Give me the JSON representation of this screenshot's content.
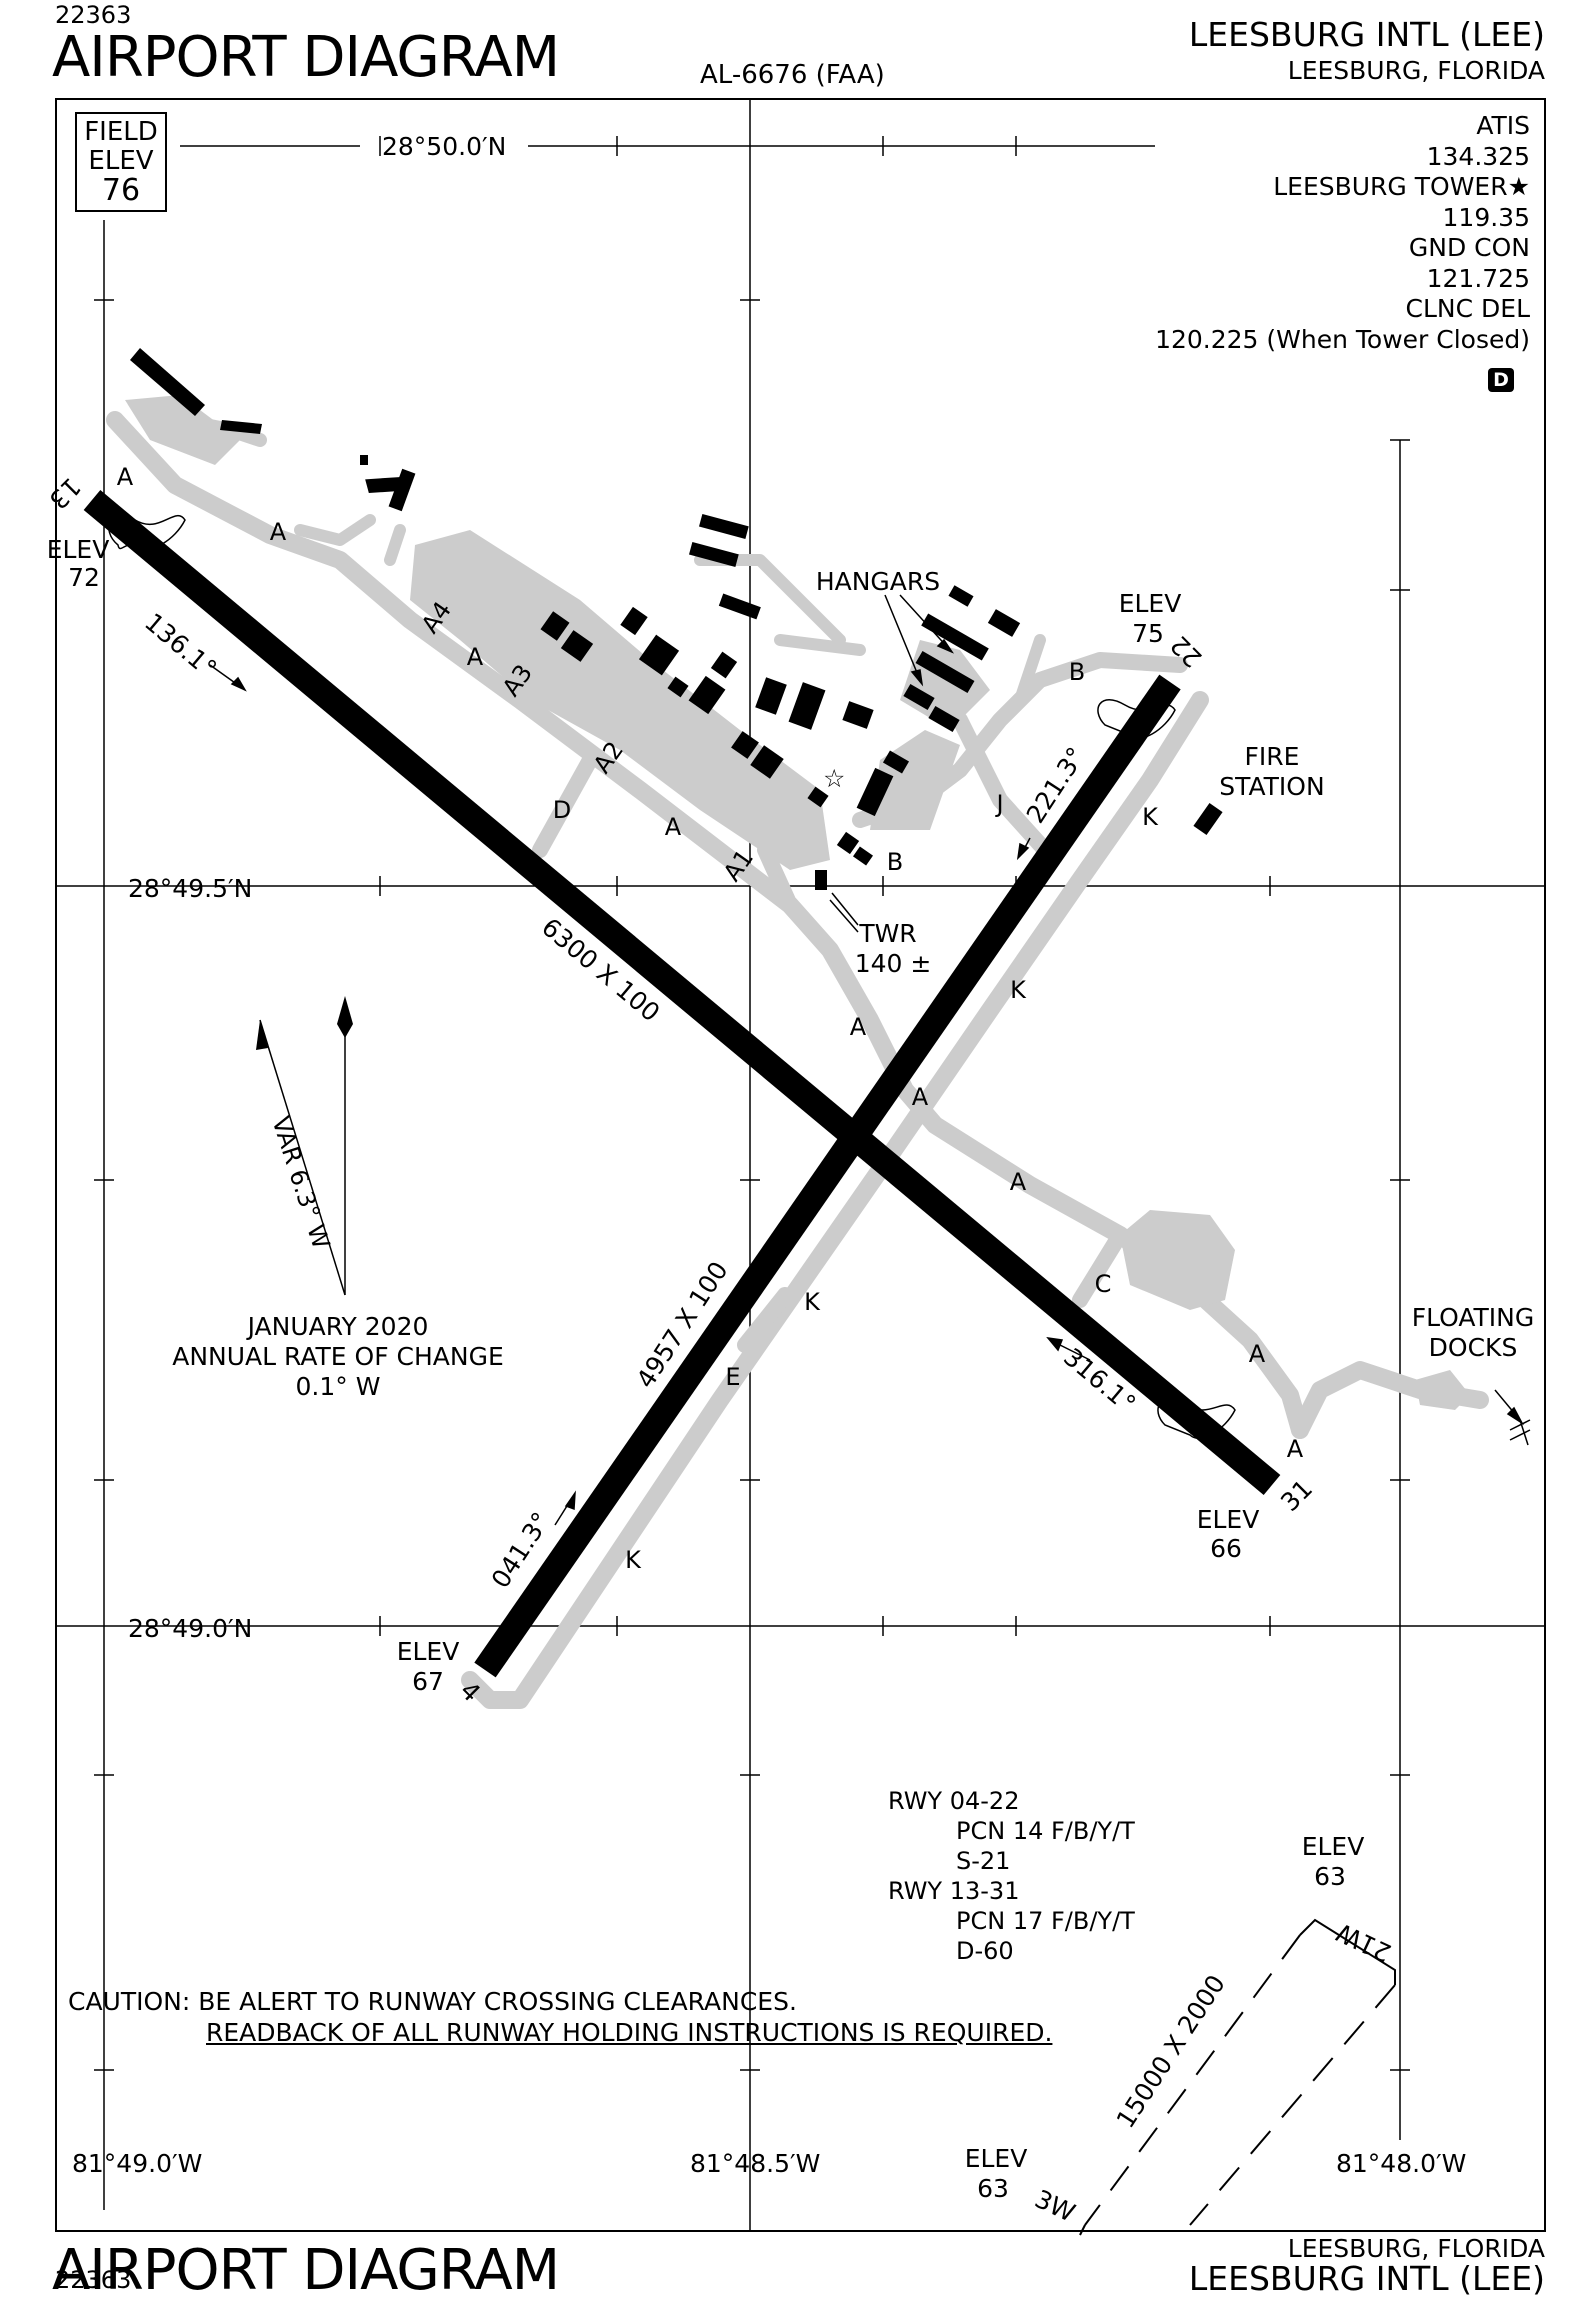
{
  "header": {
    "doc_number_top": "22363",
    "title_top": "AIRPORT DIAGRAM",
    "procedure_id": "AL-6676 (FAA)",
    "airport_name_top": "LEESBURG INTL (LEE)",
    "location_top": "LEESBURG, FLORIDA"
  },
  "footer": {
    "title_bottom": "AIRPORT DIAGRAM",
    "doc_number_bottom": "22363",
    "location_bottom": "LEESBURG, FLORIDA",
    "airport_name_bottom": "LEESBURG INTL (LEE)"
  },
  "field_elev": {
    "line1": "FIELD",
    "line2": "ELEV",
    "value": "76"
  },
  "frequencies": [
    "ATIS",
    "134.325",
    "LEESBURG TOWER★",
    "119.35",
    "GND CON",
    "121.725",
    "CLNC DEL",
    "120.225 (When Tower Closed)"
  ],
  "airspace_badge": "D",
  "coordinates": {
    "lat_top": "28°50.0′N",
    "lat_mid": "28°49.5′N",
    "lat_bottom": "28°49.0′N",
    "lon_left": "81°49.0′W",
    "lon_mid": "81°48.5′W",
    "lon_right": "81°48.0′W"
  },
  "runways": {
    "rwy13_31": {
      "end_a": "13",
      "end_b": "31",
      "dims": "6300 X 100",
      "hdg_a": "136.1°",
      "hdg_b": "316.1°",
      "elev_a_label": "ELEV",
      "elev_a": "72",
      "elev_b_label": "ELEV",
      "elev_b": "66"
    },
    "rwy4_22": {
      "end_a": "4",
      "end_b": "22",
      "dims": "4957 X 100",
      "hdg_a": "041.3°",
      "hdg_b": "221.3°",
      "elev_a_label": "ELEV",
      "elev_a": "67",
      "elev_b_label": "ELEV",
      "elev_b": "75"
    },
    "seaplane": {
      "end_a": "3W",
      "end_b": "21W",
      "dims": "15000 X 2000",
      "elev_a_label": "ELEV",
      "elev_a": "63",
      "elev_b_label": "ELEV",
      "elev_b": "63"
    }
  },
  "taxiways": {
    "a": "A",
    "a1": "A1",
    "a2": "A2",
    "a3": "A3",
    "a4": "A4",
    "b": "B",
    "c": "C",
    "d": "D",
    "e": "E",
    "j": "J",
    "k": "K"
  },
  "labels": {
    "hangars": "HANGARS",
    "fire_station_1": "FIRE",
    "fire_station_2": "STATION",
    "twr": "TWR",
    "twr_elev": "140 ±",
    "floating_docks_1": "FLOATING",
    "floating_docks_2": "DOCKS"
  },
  "magnetic": {
    "variation": "VAR 6.3° W",
    "date": "JANUARY 2020",
    "rate_label": "ANNUAL RATE OF CHANGE",
    "rate_value": "0.1° W"
  },
  "pcn": [
    "RWY 04-22",
    "PCN 14 F/B/Y/T",
    "S-21",
    "RWY 13-31",
    "PCN 17 F/B/Y/T",
    "D-60"
  ],
  "caution": {
    "prefix": "CAUTION:",
    "line1": "BE ALERT TO RUNWAY CROSSING CLEARANCES.",
    "line2": "READBACK OF ALL RUNWAY HOLDING INSTRUCTIONS IS REQUIRED."
  },
  "colors": {
    "pavement": "#cccccc",
    "runway": "#000000",
    "ink": "#000000"
  }
}
